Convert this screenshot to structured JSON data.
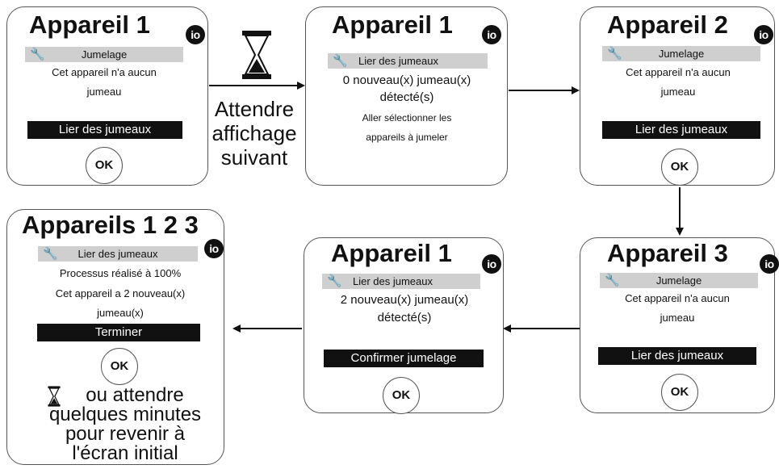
{
  "io_label": "io",
  "ok_label": "OK",
  "panels": [
    {
      "title": "Appareil 1",
      "bar": "Jumelage",
      "lines": [
        "Cet appareil n'a aucun",
        "jumeau"
      ],
      "button": "Lier des jumeaux"
    },
    {
      "title": "Appareil 1",
      "bar": "Lier des jumeaux",
      "lines": [
        "0 nouveau(x) jumeau(x)",
        "détecté(s)",
        "Aller sélectionner les",
        "appareils à jumeler"
      ]
    },
    {
      "title": "Appareil 2",
      "bar": "Jumelage",
      "lines": [
        "Cet appareil n'a aucun",
        "jumeau"
      ],
      "button": "Lier des jumeaux"
    },
    {
      "title": "Appareil 3",
      "bar": "Jumelage",
      "lines": [
        "Cet appareil n'a aucun",
        "jumeau"
      ],
      "button": "Lier des jumeaux"
    },
    {
      "title": "Appareil 1",
      "bar": "Lier des jumeaux",
      "lines": [
        "2 nouveau(x) jumeau(x)",
        "détecté(s)"
      ],
      "button": "Confirmer jumelage"
    },
    {
      "title": "Appareils 1 2 3",
      "bar": "Lier des jumeaux",
      "lines": [
        "Processus réalisé à 100%",
        "Cet appareil a 2 nouveau(x)",
        "jumeau(x)"
      ],
      "button": "Terminer"
    }
  ],
  "wait_note": [
    "Attendre",
    "affichage",
    "suivant"
  ],
  "final_note": [
    "ou attendre",
    "quelques minutes",
    "pour revenir à",
    "l'écran initial"
  ]
}
